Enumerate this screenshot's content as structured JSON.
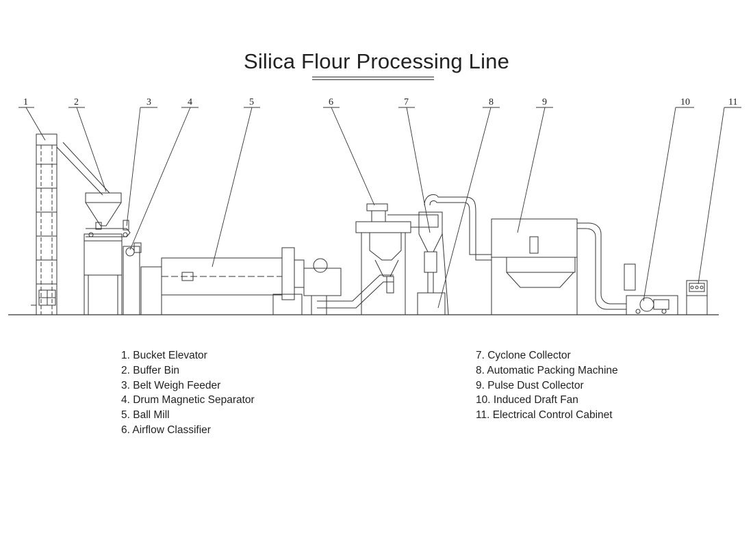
{
  "title": "Silica Flour Processing Line",
  "callouts": [
    "1",
    "2",
    "3",
    "4",
    "5",
    "6",
    "7",
    "8",
    "9",
    "10",
    "11"
  ],
  "legend_left": [
    "1. Bucket Elevator",
    "2. Buffer Bin",
    "3. Belt Weigh Feeder",
    "4. Drum Magnetic Separator",
    "5. Ball Mill",
    "6. Airflow Classifier"
  ],
  "legend_right": [
    "7. Cyclone Collector",
    "8. Automatic Packing Machine",
    "9. Pulse Dust Collector",
    "10. Induced Draft Fan",
    "11. Electrical Control Cabinet"
  ]
}
